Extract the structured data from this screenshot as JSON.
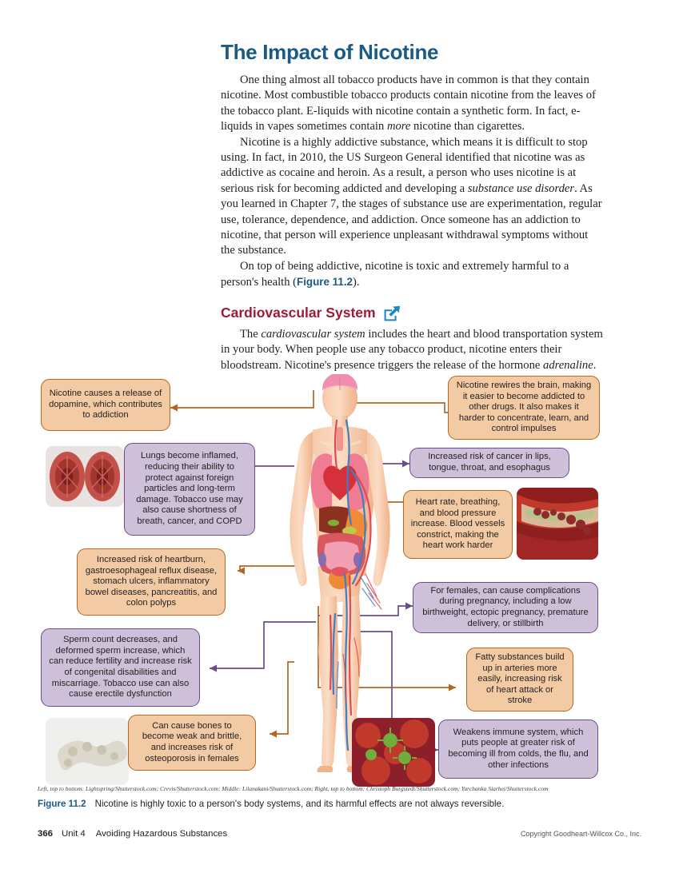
{
  "article": {
    "title": "The Impact of Nicotine",
    "paragraphs": [
      "One thing almost all tobacco products have in common is that they contain nicotine. Most combustible tobacco products contain nicotine from the leaves of the tobacco plant. E-liquids with nicotine contain a synthetic form. In fact, e-liquids in vapes sometimes contain |more| nicotine than cigarettes.",
      "Nicotine is a highly addictive substance, which means it is difficult to stop using. In fact, in 2010, the US Surgeon General identified that nicotine was as addictive as cocaine and heroin. As a result, a person who uses nicotine is at serious risk for becoming addicted and developing a |substance use disorder|. As you learned in Chapter 7, the stages of substance use are experimentation, regular use, tolerance, dependence, and addiction. Once someone has an addiction to nicotine, that person will experience unpleasant withdrawal symptoms without the substance.",
      "On top of being addictive, nicotine is toxic and extremely harmful to a person's health (#Figure 11.2#)."
    ],
    "subsection": {
      "heading": "Cardiovascular System",
      "icon": "external-link-icon",
      "paragraph": "The |cardiovascular system| includes the heart and blood transportation system in your body. When people use any tobacco product, nicotine enters their bloodstream. Nicotine's presence triggers the release of the hormone |adrenaline|."
    }
  },
  "figure": {
    "callouts": [
      {
        "id": "dopamine",
        "color": "orange",
        "text": "Nicotine causes a release of dopamine, which contributes to addiction"
      },
      {
        "id": "brain",
        "color": "orange",
        "text": "Nicotine rewires the brain, making it easier to become addicted to other drugs. It also makes it harder to concentrate, learn, and control impulses"
      },
      {
        "id": "lungs",
        "color": "purple",
        "text": "Lungs become inflamed, reducing their ability to protect against foreign particles and long-term damage. Tobacco use may also cause shortness of breath, cancer, and COPD"
      },
      {
        "id": "cancer",
        "color": "purple",
        "text": "Increased risk of cancer in lips, tongue, throat, and esophagus"
      },
      {
        "id": "heartrate",
        "color": "orange",
        "text": "Heart rate, breathing, and blood pressure increase. Blood vessels constrict, making the heart work harder"
      },
      {
        "id": "heartburn",
        "color": "orange",
        "text": "Increased risk of heartburn, gastroesophageal reflux disease, stomach ulcers, inflammatory bowel diseases, pancreatitis, and colon polyps"
      },
      {
        "id": "pregnancy",
        "color": "purple",
        "text": "For females, can cause complications during pregnancy, including a low birthweight, ectopic pregnancy, premature delivery, or stillbirth"
      },
      {
        "id": "sperm",
        "color": "purple",
        "text": "Sperm count decreases, and deformed sperm increase, which can reduce fertility and increase risk of congenital disabilities and miscarriage. Tobacco use can also cause erectile dysfunction"
      },
      {
        "id": "fatty",
        "color": "orange",
        "text": "Fatty substances build up in arteries more easily, increasing risk of heart attack or stroke"
      },
      {
        "id": "bones",
        "color": "orange",
        "text": "Can cause bones to become weak and brittle, and increases risk of osteoporosis in females"
      },
      {
        "id": "immune",
        "color": "purple",
        "text": "Weakens immune system, which puts people at greater risk of becoming ill from colds, the flu, and other infections"
      }
    ],
    "photos": [
      {
        "id": "lungs-photo",
        "alt": "lungs-photo"
      },
      {
        "id": "artery-photo",
        "alt": "artery-photo"
      },
      {
        "id": "bone-photo",
        "alt": "bone-photo"
      },
      {
        "id": "virus-photo",
        "alt": "virus-photo"
      }
    ],
    "illustration": "human-body-anatomy-illustration",
    "credits": "Left, top to bottom: Lightspring/Shutterstock.com; Crevis/Shutterstock.com; Middle: Lilanakani/Shutterstock.com; Right, top to bottom: Christoph Burgstedt/Shutterstock.com; Yurchanka Siarhei/Shutterstock.com",
    "caption_label": "Figure 11.2",
    "caption_text": "Nicotine is highly toxic to a person's body systems, and its harmful effects are not always reversible."
  },
  "footer": {
    "page_number": "366",
    "unit": "Unit 4",
    "unit_title": "Avoiding Hazardous Substances",
    "copyright": "Copyright Goodheart-Willcox Co., Inc."
  },
  "colors": {
    "heading_blue": "#1a5a86",
    "subheading_red": "#9e1b37",
    "orange_fill": "#f2cba4",
    "orange_border": "#b5651d",
    "purple_fill": "#cfc0da",
    "purple_border": "#6c4b8c",
    "icon_blue": "#1b87c9"
  }
}
